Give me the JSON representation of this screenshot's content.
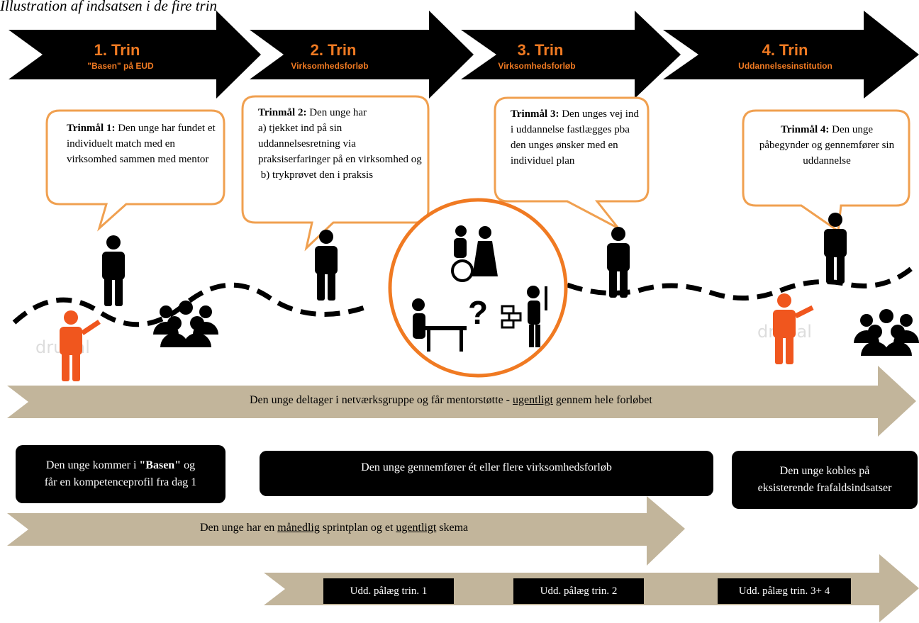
{
  "caption": "Illustration af indsatsen i de fire trin",
  "steps": [
    {
      "title": "1. Trin",
      "subtitle": "\"Basen\" på EUD"
    },
    {
      "title": "2. Trin",
      "subtitle": "Virksomhedsforløb"
    },
    {
      "title": "3. Trin",
      "subtitle": "Virksomhedsforløb"
    },
    {
      "title": "4. Trin",
      "subtitle": "Uddannelsesinstitution"
    }
  ],
  "bubbles": [
    {
      "label": "Trinmål 1:",
      "text": "Den unge har fundet et individuelt match med en virksomhed sammen med mentor"
    },
    {
      "label": "Trinmål 2:",
      "text": "Den unge har",
      "line_a": "a) tjekket ind på sin uddannelsesretning via praksiserfaringer på en virksomhed og",
      "line_b": "b) trykprøvet den i praksis"
    },
    {
      "label": "Trinmål 3:",
      "text": "Den unges vej ind i uddannelse fastlægges pba den unges ønsker med en individuel plan"
    },
    {
      "label": "Trinmål 4:",
      "text": "Den unge påbegynder og gennemfører sin uddannelse"
    }
  ],
  "question_mark": "?",
  "band_network": {
    "before": "Den unge deltager i netværksgruppe og får mentorstøtte - ",
    "underlined": "ugentligt",
    "after": " gennem hele forløbet"
  },
  "box_basen": {
    "line1_pre": "Den unge kommer i ",
    "line1_bold": "\"Basen\"",
    "line1_post": " og",
    "line2": "får en kompetenceprofil fra dag 1"
  },
  "box_virksomhed": "Den unge gennemfører ét eller flere virksomhedsforløb",
  "box_frafald": {
    "line1": "Den unge kobles på",
    "line2": "eksisterende frafaldsindsatser"
  },
  "band_sprint": {
    "p1": "Den unge har en ",
    "u1": "månedlig",
    "p2": " sprintplan og et ",
    "u2": "ugentligt",
    "p3": " skema"
  },
  "udd_labels": [
    "Udd. pålæg trin. 1",
    "Udd. pålæg trin. 2",
    "Udd. pålæg trin. 3+ 4"
  ],
  "colors": {
    "black": "#000000",
    "orange": "#f07a22",
    "tan": "#c2b59b",
    "bubble_border": "#f0a050"
  }
}
